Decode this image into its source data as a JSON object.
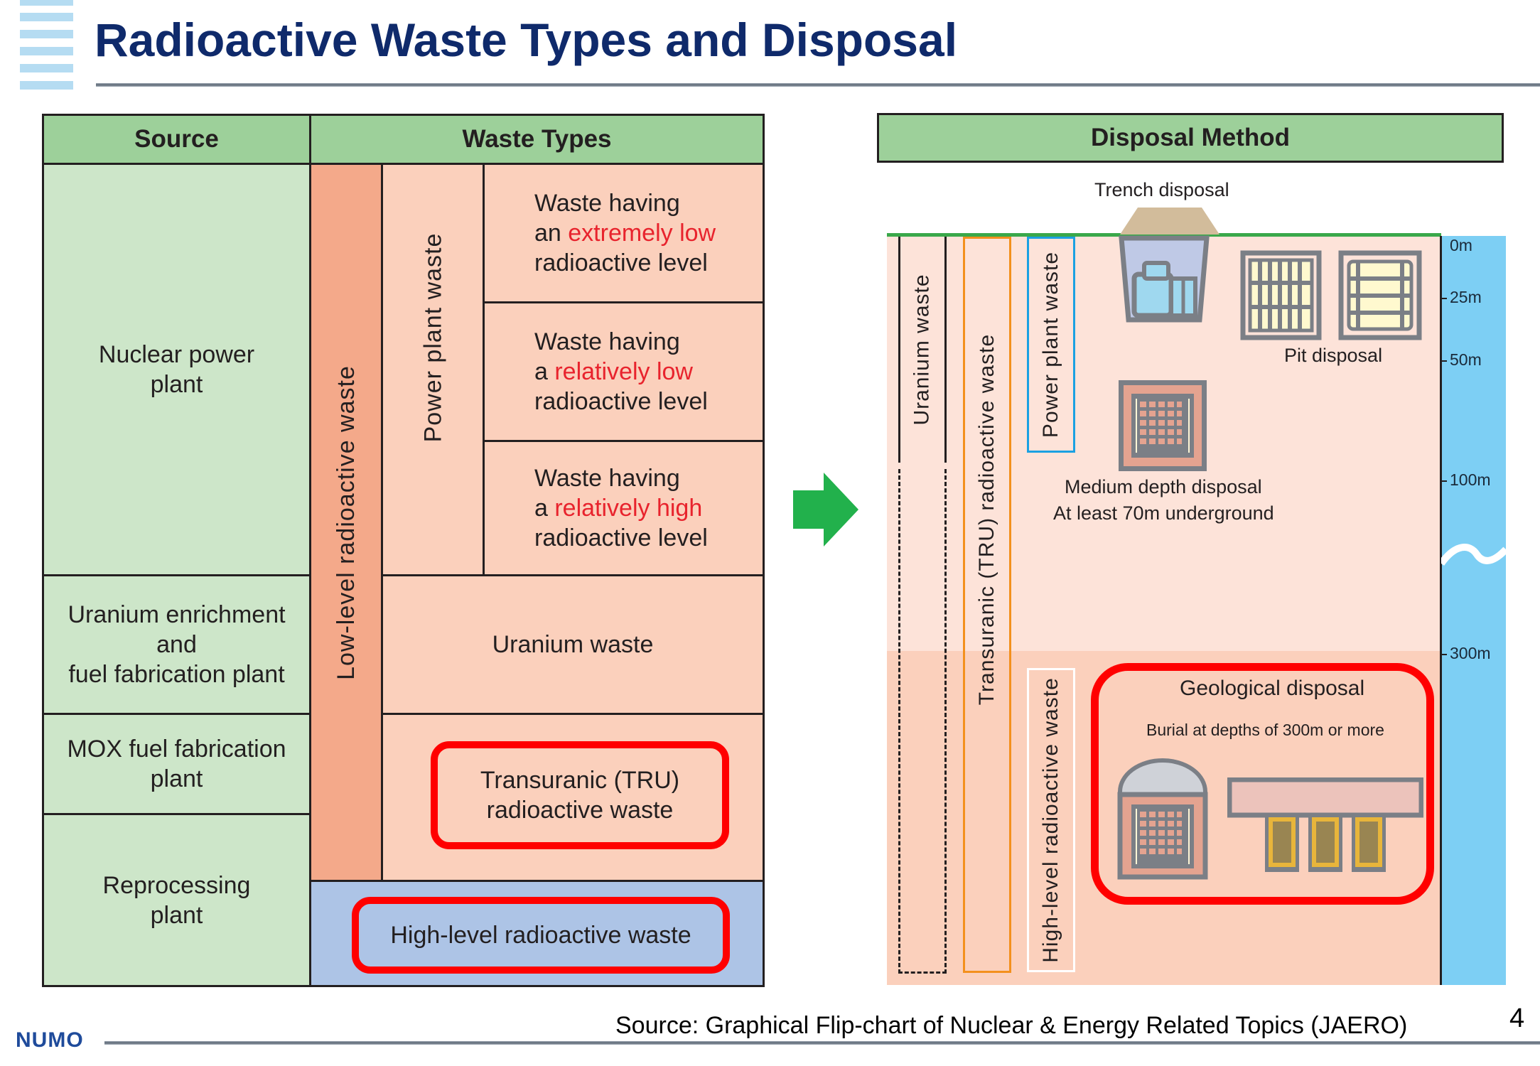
{
  "title": "Radioactive Waste Types and Disposal",
  "colors": {
    "title": "#0f2a6b",
    "header_green": "#9dd09a",
    "source_green": "#cde6c9",
    "low_level_orange": "#f4a98a",
    "waste_salmon": "#fbd0bc",
    "high_level_blue": "#adc4e6",
    "highlight_red": "#ff0000",
    "arrow_green": "#22b14c",
    "depth_scale_blue": "#7dcff4"
  },
  "left_table": {
    "headers": {
      "source": "Source",
      "waste_types": "Waste Types"
    },
    "sources": [
      {
        "label": "Nuclear power\nplant"
      },
      {
        "label": "Uranium enrichment\nand\nfuel fabrication plant"
      },
      {
        "label": "MOX fuel fabrication\nplant"
      },
      {
        "label": "Reprocessing\nplant"
      }
    ],
    "low_level_label": "Low-level radioactive waste",
    "power_plant_label": "Power plant waste",
    "levels": [
      {
        "line1": "Waste having",
        "prefix": "an ",
        "highlight": "extremely low",
        "line3": "radioactive level"
      },
      {
        "line1": "Waste having",
        "prefix": "a ",
        "highlight": "relatively low",
        "line3": "radioactive level"
      },
      {
        "line1": "Waste having",
        "prefix": "a ",
        "highlight": "relatively high",
        "line3": "radioactive level"
      }
    ],
    "uranium_waste": "Uranium waste",
    "tru_waste": {
      "line1": "Transuranic (TRU)",
      "line2": "radioactive waste"
    },
    "high_level_waste": "High-level radioactive waste"
  },
  "arrow": {
    "icon": "right-arrow-icon"
  },
  "disposal": {
    "header": "Disposal Method",
    "bars": {
      "uranium": "Uranium waste",
      "tru": "Transuranic (TRU) radioactive waste",
      "power_plant": "Power plant waste",
      "high_level": "High-level radioactive waste"
    },
    "trench": "Trench disposal",
    "pit": "Pit disposal",
    "medium": {
      "line1": "Medium depth disposal",
      "line2": "At least 70m underground"
    },
    "geological": {
      "title": "Geological disposal",
      "subtitle": "Burial at depths of 300m or more"
    },
    "depth_scale": [
      "0m",
      "25m",
      "50m",
      "100m",
      "300m"
    ]
  },
  "footer": {
    "source": "Source: Graphical Flip-chart of Nuclear & Energy Related Topics (JAERO)",
    "page": "4",
    "logo": "NUMO"
  }
}
